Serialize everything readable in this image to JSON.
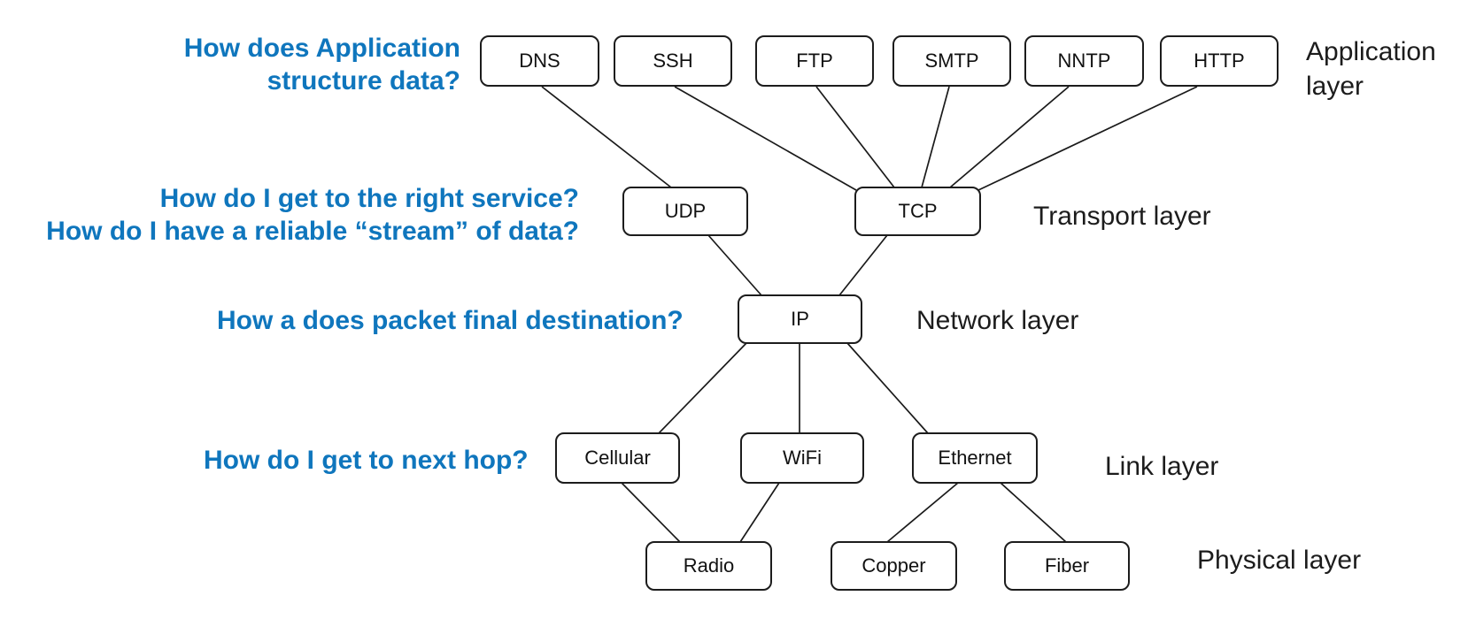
{
  "diagram": {
    "questions": {
      "q1_line1": "How does Application",
      "q1_line2": "structure data?",
      "q2_line1": "How do I get to the right service?",
      "q2_line2": "How do I have a reliable “stream” of data?",
      "q3": "How a does packet final destination?",
      "q4": "How do I get to next hop?"
    },
    "nodes": {
      "dns": "DNS",
      "ssh": "SSH",
      "ftp": "FTP",
      "smtp": "SMTP",
      "nntp": "NNTP",
      "http": "HTTP",
      "udp": "UDP",
      "tcp": "TCP",
      "ip": "IP",
      "cellular": "Cellular",
      "wifi": "WiFi",
      "ethernet": "Ethernet",
      "radio": "Radio",
      "copper": "Copper",
      "fiber": "Fiber"
    },
    "layers": {
      "application": "Application layer",
      "transport": "Transport layer",
      "network": "Network layer",
      "link": "Link layer",
      "physical": "Physical layer"
    },
    "edges": [
      {
        "from": "dns",
        "to": "udp"
      },
      {
        "from": "ssh",
        "to": "tcp"
      },
      {
        "from": "ftp",
        "to": "tcp"
      },
      {
        "from": "smtp",
        "to": "tcp"
      },
      {
        "from": "nntp",
        "to": "tcp"
      },
      {
        "from": "http",
        "to": "tcp"
      },
      {
        "from": "udp",
        "to": "ip"
      },
      {
        "from": "tcp",
        "to": "ip"
      },
      {
        "from": "ip",
        "to": "cellular"
      },
      {
        "from": "ip",
        "to": "wifi"
      },
      {
        "from": "ip",
        "to": "ethernet"
      },
      {
        "from": "cellular",
        "to": "radio"
      },
      {
        "from": "wifi",
        "to": "radio"
      },
      {
        "from": "ethernet",
        "to": "copper"
      },
      {
        "from": "ethernet",
        "to": "fiber"
      }
    ],
    "colors": {
      "question_blue": "#0f76bd",
      "line_black": "#1a1a1a",
      "box_border": "#1c1c1c",
      "box_fill": "#ffffff"
    }
  }
}
